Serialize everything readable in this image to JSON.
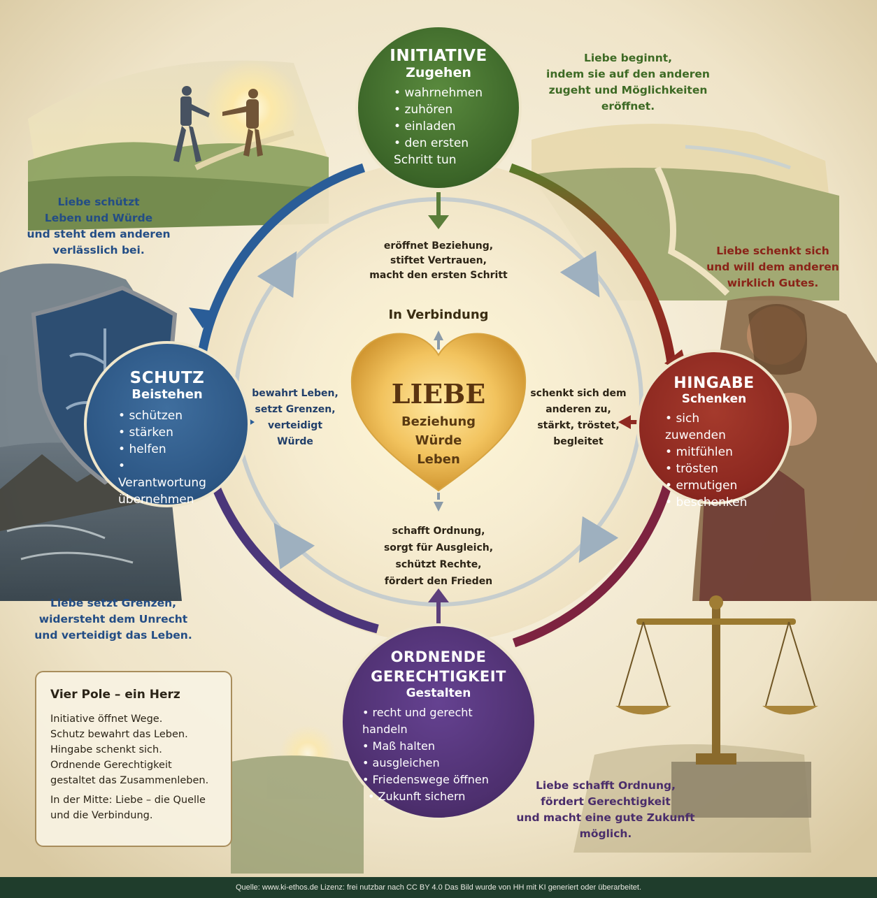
{
  "center": {
    "title": "LIEBE",
    "words": [
      "Beziehung",
      "Würde",
      "Leben"
    ],
    "top_label": "In Verbindung"
  },
  "inner_texts": {
    "top": [
      "eröffnet Beziehung,",
      "stiftet Vertrauen,",
      "macht den ersten Schritt"
    ],
    "left": [
      "bewahrt Leben,",
      "setzt Grenzen,",
      "verteidigt",
      "Würde"
    ],
    "right": [
      "schenkt sich dem",
      "anderen zu,",
      "stärkt, tröstet,",
      "begleitet"
    ],
    "bottom": [
      "schafft Ordnung,",
      "sorgt für Ausgleich,",
      "schützt Rechte,",
      "fördert den Frieden"
    ]
  },
  "nodes": {
    "initiative": {
      "title": "INITIATIVE",
      "subtitle": "Zugehen",
      "items": [
        "wahrnehmen",
        "zuhören",
        "einladen",
        "den ersten Schritt tun"
      ],
      "color": "#3f6a2c"
    },
    "schutz": {
      "title": "SCHUTZ",
      "subtitle": "Beistehen",
      "items": [
        "schützen",
        "stärken",
        "helfen",
        "Verantwortung übernehmen"
      ],
      "color": "#2e5a8c"
    },
    "hingabe": {
      "title": "HINGABE",
      "subtitle": "Schenken",
      "items": [
        "sich zuwenden",
        "mitfühlen",
        "trösten",
        "ermutigen",
        "beschenken"
      ],
      "color": "#8f2a22"
    },
    "gerechtigkeit": {
      "title": "ORDNENDE GERECHTIGKEIT",
      "subtitle": "Gestalten",
      "items": [
        "recht und gerecht handeln",
        "Maß halten",
        "ausgleichen",
        "Friedenswege öffnen",
        "Zukunft sichern"
      ],
      "color": "#4d2f6e"
    }
  },
  "quotes": {
    "initiative": {
      "lines": [
        "Liebe beginnt,",
        "indem sie auf den anderen",
        "zugeht und Möglichkeiten",
        "eröffnet."
      ],
      "color": "#3d6a24"
    },
    "hingabe": {
      "lines": [
        "Liebe schenkt sich",
        "und will dem anderen",
        "wirklich Gutes."
      ],
      "color": "#8a2318"
    },
    "schutz": {
      "lines": [
        "Liebe schützt",
        "Leben und Würde",
        "und steht dem anderen",
        "verlässlich bei."
      ],
      "color": "#234d85"
    },
    "grenzen": {
      "lines": [
        "Liebe setzt Grenzen,",
        "widersteht dem Unrecht",
        "und verteidigt das Leben."
      ],
      "color": "#234d85"
    },
    "gerechtigkeit": {
      "lines": [
        "Liebe  schafft Ordnung,",
        "fördert Gerechtigkeit",
        "und macht eine gute Zukunft",
        "möglich."
      ],
      "color": "#4a2d6b"
    }
  },
  "summary": {
    "title": "Vier Pole – ein Herz",
    "lines": [
      "Initiative  öffnet Wege.",
      "Schutz  bewahrt das Leben.",
      "Hingabe  schenkt sich.",
      "Ordnende  Gerechtigkeit",
      "gestaltet das Zusammenleben."
    ],
    "center_text": "In der Mitte: Liebe – die Quelle und die Verbindung."
  },
  "footer": "Quelle: www.ki-ethos.de Lizenz: frei nutzbar nach CC BY 4.0 Das Bild wurde von HH mit KI generiert oder überarbeitet."
}
